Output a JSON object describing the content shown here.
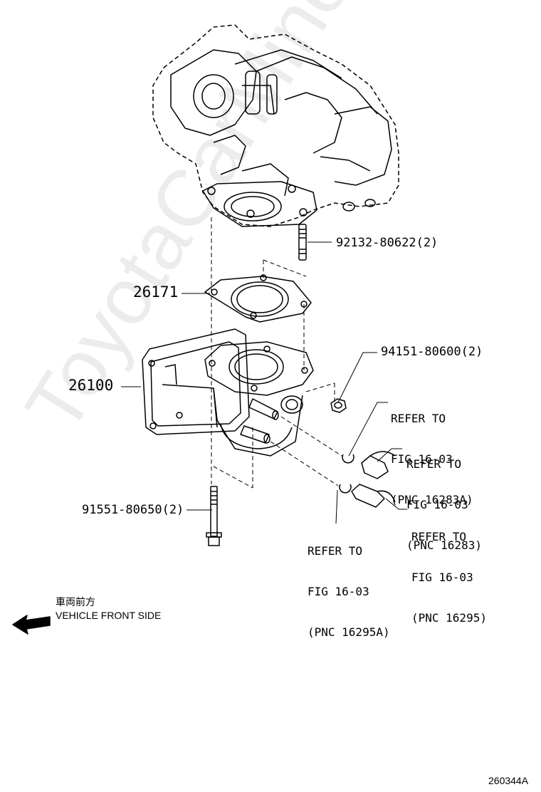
{
  "parts": {
    "stud": "92132-80622(2)",
    "gasket": "26171",
    "nut": "94151-80600(2)",
    "throttle_body": "26100",
    "bolt": "91551-80650(2)"
  },
  "references": {
    "ref_a": [
      "REFER TO",
      "FIG 16-03",
      "(PNC 16283A)"
    ],
    "ref_b": [
      "REFER TO",
      "FIG 16-03",
      "(PNC 16283)"
    ],
    "ref_c": [
      "REFER TO",
      "FIG 16-03",
      "(PNC 16295A)"
    ],
    "ref_d": [
      "REFER TO",
      "FIG 16-03",
      "(PNC 16295)"
    ]
  },
  "direction": {
    "japanese": "車両前方",
    "english": "VEHICLE FRONT SIDE"
  },
  "illustration_number": "260344A",
  "watermark": "ToyotaCarMine.ru"
}
